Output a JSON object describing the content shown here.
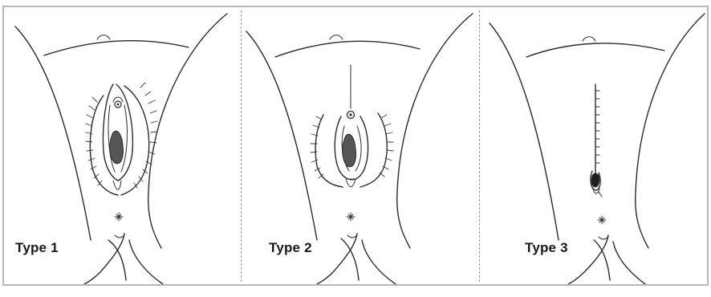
{
  "figure": {
    "panels": [
      {
        "label": "Type 1"
      },
      {
        "label": "Type 2"
      },
      {
        "label": "Type 3"
      }
    ],
    "colors": {
      "ink": "#2b2b2b",
      "fill_dark": "#555555",
      "border": "#b7b7b7"
    }
  }
}
